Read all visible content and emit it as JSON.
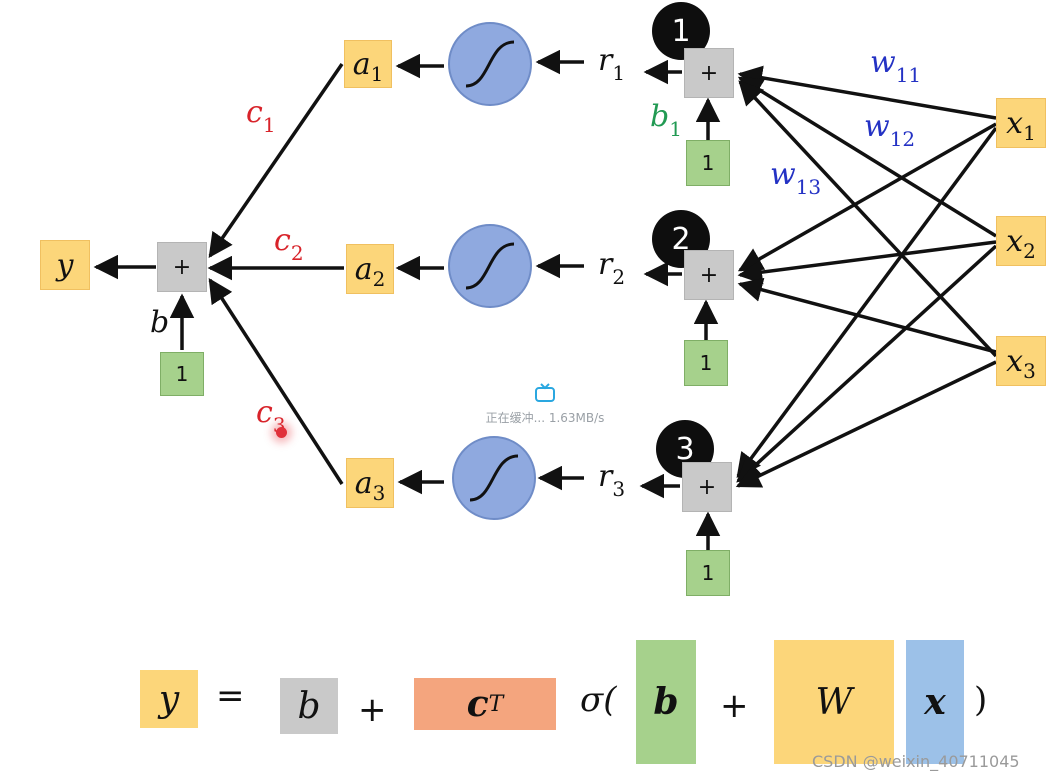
{
  "network": {
    "output": {
      "var": "y"
    },
    "output_bias": {
      "var": "b",
      "input": "1"
    },
    "plus": "+",
    "weights_c": [
      {
        "var": "c",
        "sub": "1"
      },
      {
        "var": "c",
        "sub": "2"
      },
      {
        "var": "c",
        "sub": "3"
      }
    ],
    "activations": [
      {
        "var": "a",
        "sub": "1"
      },
      {
        "var": "a",
        "sub": "2"
      },
      {
        "var": "a",
        "sub": "3"
      }
    ],
    "preactivations": [
      {
        "var": "r",
        "sub": "1"
      },
      {
        "var": "r",
        "sub": "2"
      },
      {
        "var": "r",
        "sub": "3"
      }
    ],
    "neuron_badges": [
      "1",
      "2",
      "3"
    ],
    "neuron_bias": {
      "var": "b",
      "sub": "1"
    },
    "bias_inputs": [
      "1",
      "1",
      "1"
    ],
    "input_weights": [
      {
        "var": "w",
        "sub": "11"
      },
      {
        "var": "w",
        "sub": "12"
      },
      {
        "var": "w",
        "sub": "13"
      }
    ],
    "inputs": [
      {
        "var": "x",
        "sub": "1"
      },
      {
        "var": "x",
        "sub": "2"
      },
      {
        "var": "x",
        "sub": "3"
      }
    ]
  },
  "equation": {
    "y": "y",
    "equals": "=",
    "b": "b",
    "plus": "+",
    "cT_base": "c",
    "cT_sup": "T",
    "sigma_open": "σ(",
    "b_vec": "b",
    "W": "W",
    "x": "x",
    "close": ")"
  },
  "overlay": {
    "loading_text": "正在缓冲... 1.63MB/s",
    "watermark": "CSDN @weixin_40711045"
  },
  "colors": {
    "variable_box": "#fcd67a",
    "sum_box": "#c9c9c9",
    "constant_box": "#a6d18c",
    "sigmoid": "#8fa9df",
    "c_labels": "#d8232a",
    "bias_label": "#229a53",
    "w_labels": "#2432c4",
    "cT_box": "#f4a57e",
    "x_box": "#9cc1e8"
  }
}
